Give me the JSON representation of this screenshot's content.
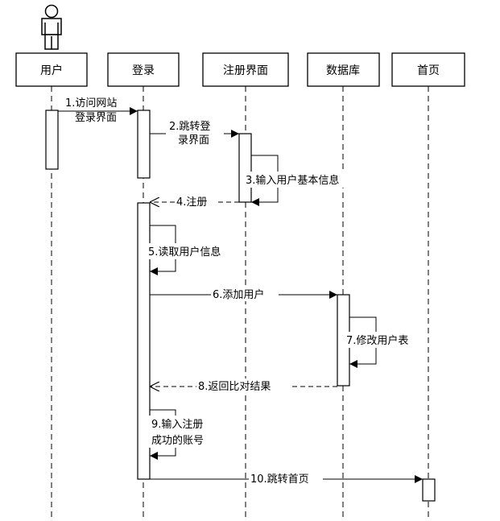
{
  "actor": {
    "name": "user-actor-icon"
  },
  "participants": [
    {
      "id": "user",
      "label": "用户"
    },
    {
      "id": "login",
      "label": "登录"
    },
    {
      "id": "register",
      "label": "注册界面"
    },
    {
      "id": "database",
      "label": "数据库"
    },
    {
      "id": "home",
      "label": "首页"
    }
  ],
  "messages": [
    {
      "id": "m1",
      "lines": [
        "1.访问网站",
        "登录界面"
      ],
      "style": "solid"
    },
    {
      "id": "m2",
      "lines": [
        "2.跳转登",
        "录界面"
      ],
      "style": "solid"
    },
    {
      "id": "m3",
      "lines": [
        "3.输入用户基本信息"
      ],
      "style": "self"
    },
    {
      "id": "m4",
      "lines": [
        "4.注册"
      ],
      "style": "dashed"
    },
    {
      "id": "m5",
      "lines": [
        "5.读取用户信息"
      ],
      "style": "self"
    },
    {
      "id": "m6",
      "lines": [
        "6.添加用户"
      ],
      "style": "solid"
    },
    {
      "id": "m7",
      "lines": [
        "7.修改用户表"
      ],
      "style": "self"
    },
    {
      "id": "m8",
      "lines": [
        "8.返回比对结果"
      ],
      "style": "dashed"
    },
    {
      "id": "m9",
      "lines": [
        "9.输入注册",
        "成功的账号"
      ],
      "style": "self"
    },
    {
      "id": "m10",
      "lines": [
        "10.跳转首页"
      ],
      "style": "solid"
    }
  ]
}
